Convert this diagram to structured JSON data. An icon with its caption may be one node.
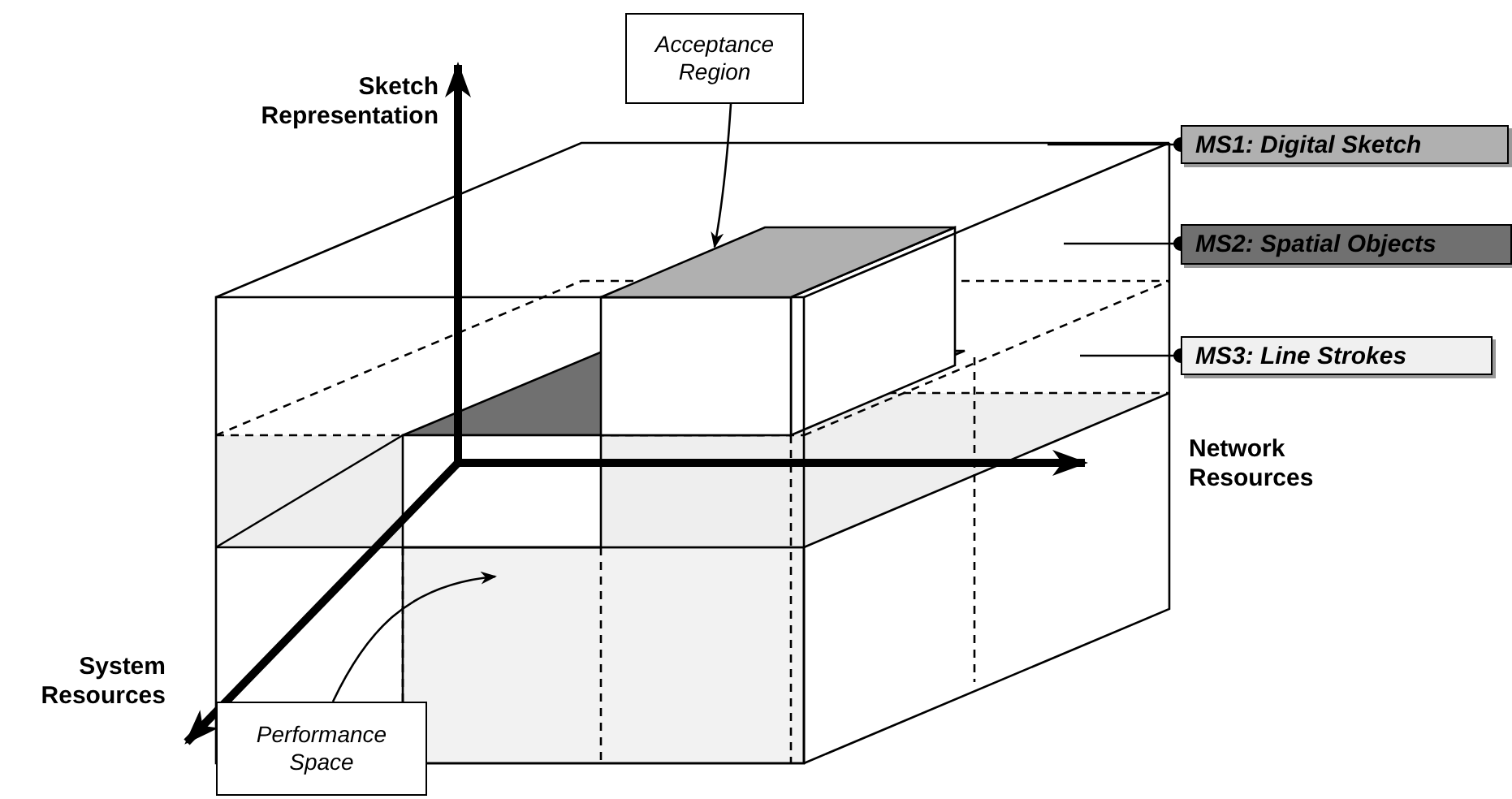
{
  "diagram": {
    "nodes": [
      {
        "text": [
          "Acceptance Region"
        ]
      },
      {
        "text": [],
        "shape": "box"
      },
      {
        "text": [
          "Performance Space"
        ]
      },
      {
        "text": [],
        "shape": "box"
      },
      {
        "text": [
          "MS1: Digital Sketch"
        ]
      },
      {
        "text": [
          "MS2: Spatial Objects"
        ]
      },
      {
        "text": [
          "MS3: Line Strokes"
        ]
      }
    ],
    "edges": [
      {
        "from": 0,
        "to": 1,
        "arrow": "to"
      },
      {
        "from": 2,
        "to": 3,
        "arrow": "to"
      },
      {
        "from": 4,
        "to": null,
        "arrow": "other"
      },
      {
        "from": 5,
        "to": null,
        "arrow": "other"
      },
      {
        "from": 6,
        "to": null,
        "arrow": "other"
      }
    ],
    "labels": [
      "Sketch Representation",
      "Network Resources",
      "System Resources"
    ]
  }
}
